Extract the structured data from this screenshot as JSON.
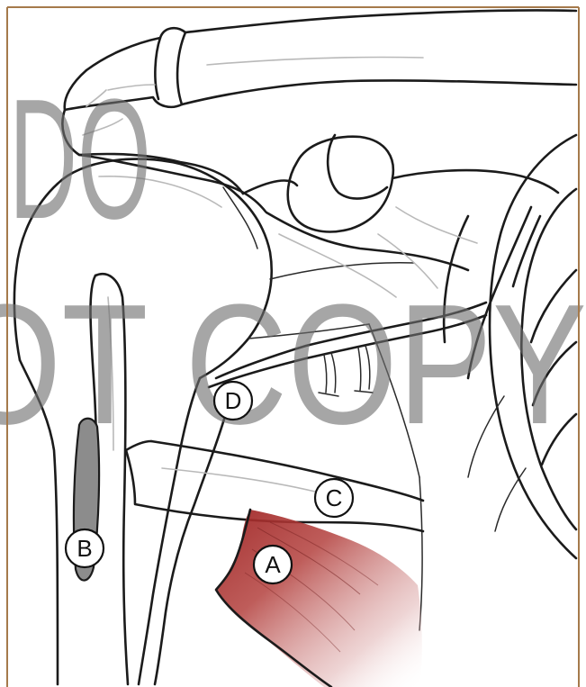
{
  "labels": {
    "a": "A",
    "b": "B",
    "c": "C",
    "d": "D"
  },
  "watermark": {
    "line1": "DO",
    "line2": "NOT COPY"
  },
  "colors": {
    "frame": "#a57a4b",
    "muscle": "#a52a2a",
    "muscle_fade": "#ffffff",
    "groove": "#8c8c8c",
    "line": "#1b1b1b",
    "watermark": "#6f6f6f"
  }
}
